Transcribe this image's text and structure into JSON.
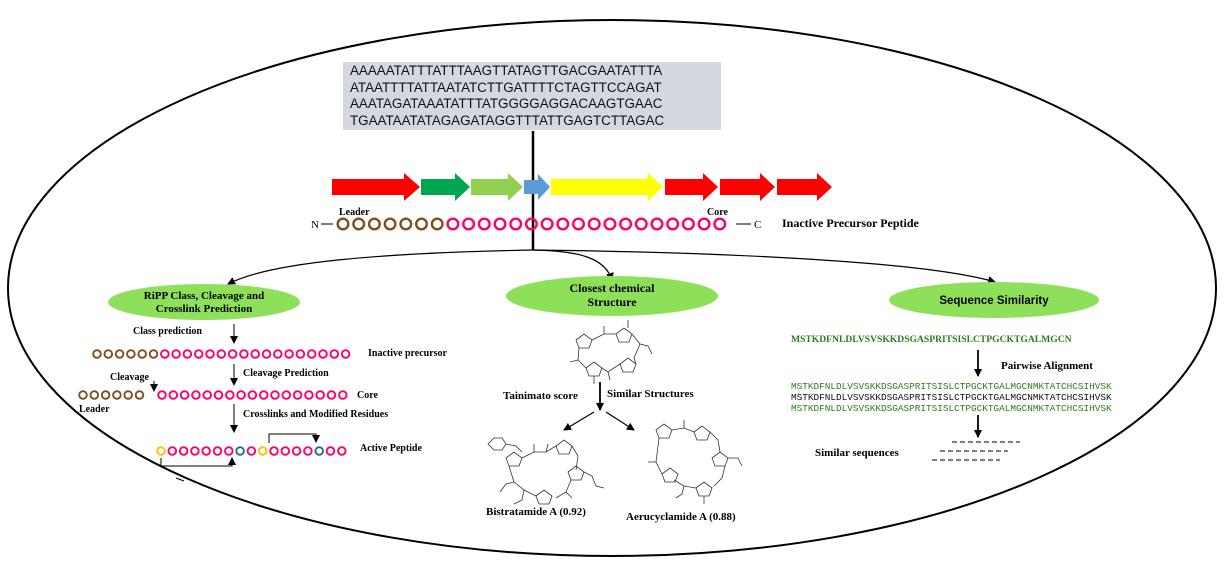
{
  "dna": {
    "lines": [
      "AAAAATATTTATTTAAGTTATAGTTGACGAATATTTA",
      "ATAATTTTATTAATATCTTGATTTTCTAGTTCCAGAT",
      "AAATAGATAAATATTTATGGGGAGGACAAGTGAAC",
      "TGAATAATATAGAGATAGGTTTATTGAGTCTTAGAC"
    ]
  },
  "precursor": {
    "n_label": "N",
    "c_label": "C",
    "leader_label": "Leader",
    "core_label": "Core",
    "title": "Inactive Precursor Peptide"
  },
  "ripp": {
    "header_line1": "RiPP Class,  Cleavage  and",
    "header_line2": "Crosslink  Prediction",
    "class_prediction": "Class prediction",
    "inactive_precursor": "Inactive precursor",
    "cleavage_prediction": "Cleavage Prediction",
    "cleavage": "Cleavage",
    "leader": "Leader",
    "core": "Core",
    "crosslinks": "Crosslinks and Modified Residues",
    "active_peptide": "Active Peptide"
  },
  "chemical": {
    "header_line1": "Closest chemical",
    "header_line2": "Structure",
    "tanimoto": "Tainimato  score",
    "similar_structures": "Similar  Structures",
    "compound1": "Bistratamide  A (0.92)",
    "compound2": "Aerucyclamide  A (0.88)"
  },
  "sequence": {
    "header": "Sequence Similarity",
    "query": "MSTKDFNLDLVSVSKKDSGASPRITSISLCTPGCKTGALMGCN",
    "pairwise": "Pairwise Alignment",
    "alignment": [
      "MSTKDFNLDLVSVSKKDSGASPRITSISLCTPGCKTGALMGCNMKTATCHCSIHVSK",
      "MSTKDFNLDLVSVSKKDSGASPRITSISLCTPGCKTGALMGCNMKTATCHCSIHVSK",
      "MSTKDFNLDLVSVSKKDSGASPRITSISLCTPGCKTGALMGCNMKTATCHCSIHVSK"
    ],
    "similar_sequences": "Similar sequences"
  },
  "colors": {
    "red": "#ff0000",
    "dark_green": "#00a651",
    "light_green": "#92d050",
    "blue": "#5b9bd5",
    "yellow": "#ffff00",
    "pink": "#ff0066",
    "brown": "#7f4f1f",
    "orange": "#ffc000",
    "teal": "#1f6f8f",
    "ellipse_green": "#8ee05a",
    "seq_green": "#2e7d1e"
  }
}
